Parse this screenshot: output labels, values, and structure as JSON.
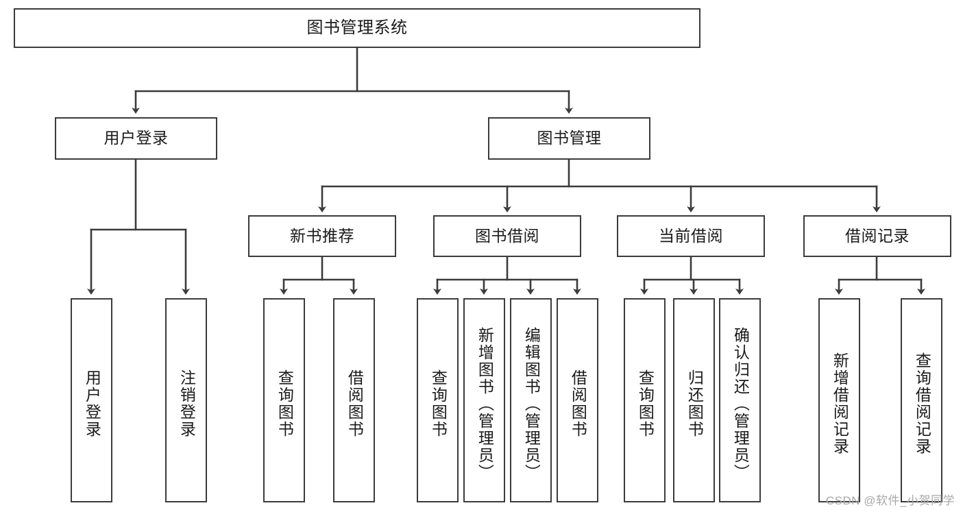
{
  "diagram": {
    "type": "tree-hierarchy",
    "title": "图书管理系统",
    "orientation": "top-down",
    "colors": {
      "background": "#ffffff",
      "node_fill": "#ffffff",
      "node_stroke": "#3b3b3b",
      "text": "#1a1a1a",
      "watermark": "#a8a8a8"
    },
    "nodes": {
      "root": {
        "label": "图书管理系统"
      },
      "level1": [
        {
          "id": "user-login",
          "label": "用户登录"
        },
        {
          "id": "book-manage",
          "label": "图书管理"
        }
      ],
      "level2": [
        {
          "id": "new-book-recommend",
          "label": "新书推荐",
          "parent": "book-manage"
        },
        {
          "id": "book-borrow",
          "label": "图书借阅",
          "parent": "book-manage"
        },
        {
          "id": "current-borrow",
          "label": "当前借阅",
          "parent": "book-manage"
        },
        {
          "id": "borrow-record",
          "label": "借阅记录",
          "parent": "book-manage"
        }
      ],
      "leaves": {
        "user-login": [
          {
            "id": "leaf-user-login",
            "label": "用户登录"
          },
          {
            "id": "leaf-logout",
            "label": "注销登录"
          }
        ],
        "new-book-recommend": [
          {
            "id": "leaf-query-book-1",
            "label": "查询图书"
          },
          {
            "id": "leaf-borrow-book-1",
            "label": "借阅图书"
          }
        ],
        "book-borrow": [
          {
            "id": "leaf-query-book-2",
            "label": "查询图书"
          },
          {
            "id": "leaf-add-book",
            "label": "新增图书（管理员）"
          },
          {
            "id": "leaf-edit-book",
            "label": "编辑图书（管理员）"
          },
          {
            "id": "leaf-borrow-book-2",
            "label": "借阅图书"
          }
        ],
        "current-borrow": [
          {
            "id": "leaf-query-book-3",
            "label": "查询图书"
          },
          {
            "id": "leaf-return-book",
            "label": "归还图书"
          },
          {
            "id": "leaf-confirm-return",
            "label": "确认归还（管理员）"
          }
        ],
        "borrow-record": [
          {
            "id": "leaf-add-record",
            "label": "新增借阅记录"
          },
          {
            "id": "leaf-query-record",
            "label": "查询借阅记录"
          }
        ]
      }
    },
    "watermark": "CSDN @软件_小贺同学"
  }
}
